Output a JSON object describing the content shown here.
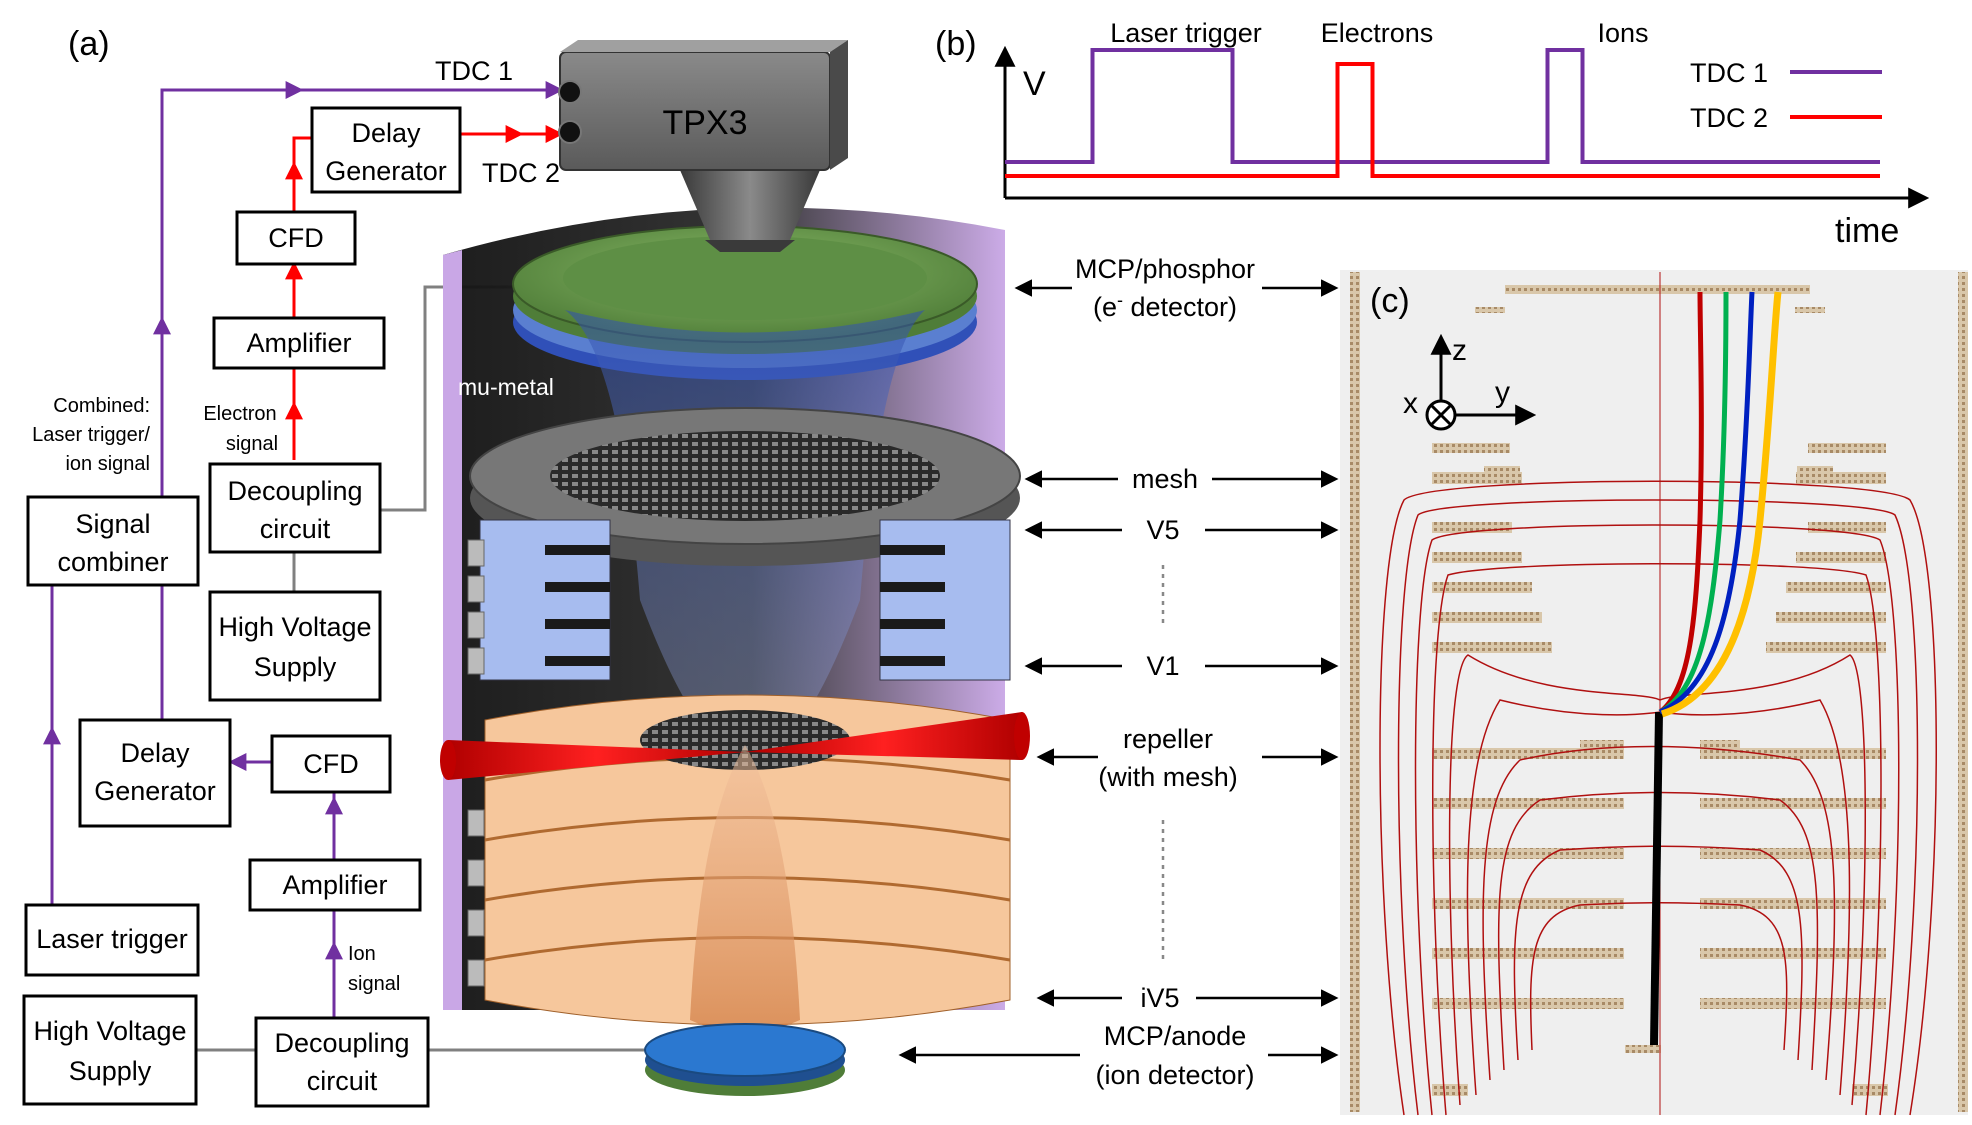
{
  "panels": {
    "a": "(a)",
    "b": "(b)",
    "c": "(c)"
  },
  "blocks": {
    "delay_generator_top_l1": "Delay",
    "delay_generator_top_l2": "Generator",
    "cfd_top": "CFD",
    "amplifier_top": "Amplifier",
    "decoupling_top_l1": "Decoupling",
    "decoupling_top_l2": "circuit",
    "hv_top_l1": "High Voltage",
    "hv_top_l2": "Supply",
    "signal_combiner_l1": "Signal",
    "signal_combiner_l2": "combiner",
    "delay_generator_bottom_l1": "Delay",
    "delay_generator_bottom_l2": "Generator",
    "cfd_bottom": "CFD",
    "amplifier_bottom": "Amplifier",
    "laser_trigger": "Laser trigger",
    "hv_bottom_l1": "High Voltage",
    "hv_bottom_l2": "Supply",
    "decoupling_bottom_l1": "Decoupling",
    "decoupling_bottom_l2": "circuit"
  },
  "signal_labels": {
    "tdc1": "TDC 1",
    "tdc2": "TDC 2",
    "electron_signal_l1": "Electron",
    "electron_signal_l2": "signal",
    "combined_l1": "Combined:",
    "combined_l2": "Laser trigger/",
    "combined_l3": "ion signal",
    "ion_signal_l1": "Ion",
    "ion_signal_l2": "signal"
  },
  "apparatus": {
    "camera": "TPX3",
    "mu_metal": "mu-metal"
  },
  "components": {
    "mcp_phosphor_l1": "MCP/phosphor",
    "mcp_phosphor_l2_pre": "(e",
    "mcp_phosphor_l2_sup": "-",
    "mcp_phosphor_l2_post": " detector)",
    "mesh": "mesh",
    "v5": "V5",
    "v1": "V1",
    "repeller_l1": "repeller",
    "repeller_l2": "(with mesh)",
    "iv5": "iV5",
    "mcp_anode_l1": "MCP/anode",
    "mcp_anode_l2": "(ion detector)"
  },
  "timing_chart": {
    "y_axis_label": "V",
    "x_axis_label": "time",
    "pulses": {
      "laser": "Laser trigger",
      "electrons": "Electrons",
      "ions": "Ions"
    },
    "legend": [
      {
        "name": "TDC 1",
        "color": "#7030a0"
      },
      {
        "name": "TDC 2",
        "color": "#ff0000"
      }
    ]
  },
  "chart_data": {
    "type": "line",
    "title": "",
    "xlabel": "time",
    "ylabel": "V",
    "annotations": [
      "Laser trigger",
      "Electrons",
      "Ions"
    ],
    "legend_position": "top-right",
    "grid": false,
    "series": [
      {
        "name": "TDC 1",
        "color": "#7030a0",
        "x": [
          0,
          10,
          10,
          26,
          26,
          62,
          62,
          66,
          66,
          100
        ],
        "y": [
          0.2,
          0.2,
          1,
          1,
          0.2,
          0.2,
          1,
          1,
          0.2,
          0.2
        ]
      },
      {
        "name": "TDC 2",
        "color": "#ff0000",
        "x": [
          0,
          38,
          38,
          42,
          42,
          100
        ],
        "y": [
          0.1,
          0.1,
          0.9,
          0.9,
          0.1,
          0.1
        ]
      }
    ]
  },
  "simulation": {
    "axis_x": "x",
    "axis_y": "y",
    "axis_z": "z",
    "trajectory_colors": [
      "#c00000",
      "#00b050",
      "#0020c0",
      "#ffc000"
    ]
  },
  "colors": {
    "purple": "#7030a0",
    "red": "#ff0000",
    "mu_metal": "#c9a7e6",
    "electrode_blue": "#a7bcef",
    "electrode_orange": "#f6c79c",
    "detector_green": "#70a050"
  }
}
